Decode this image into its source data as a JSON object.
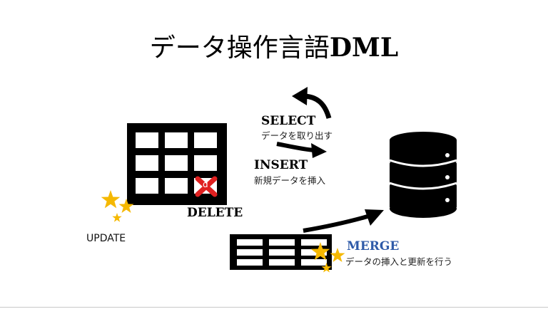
{
  "title": {
    "main": "データ操作言語",
    "bold": "DML"
  },
  "commands": {
    "select": {
      "label": "SELECT",
      "desc": "データを取り出す"
    },
    "insert": {
      "label": "INSERT",
      "desc": "新規データを挿入"
    },
    "delete": {
      "label": "DELETE"
    },
    "update": {
      "label": "UPDATE"
    },
    "merge": {
      "label": "MERGE",
      "desc": "データの挿入と更新を行う"
    }
  },
  "delete_cell_mark": "d",
  "colors": {
    "ink": "#000000",
    "delete_mark": "#e02020",
    "star": "#f5b800",
    "merge_label": "#2e5aa8"
  },
  "icons": [
    "database-icon",
    "table-icon",
    "arrow-icon",
    "star-icon",
    "cross-icon"
  ]
}
